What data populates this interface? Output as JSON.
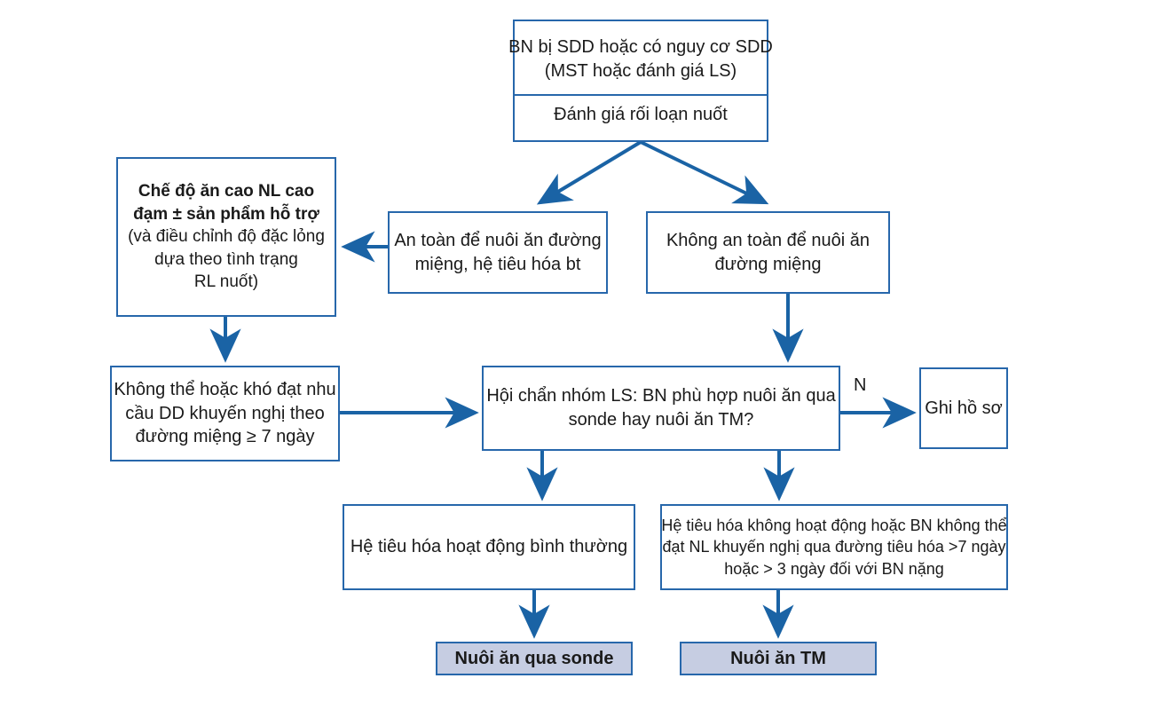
{
  "diagram": {
    "title": "Luu do dinh duong BN SDD",
    "colors": {
      "border": "#2767ab",
      "arrow": "#1a63a5",
      "terminal_fill": "#c6cde2",
      "background": "#ffffff",
      "text": "#1a1a1a"
    },
    "nodes": {
      "top": {
        "section1_line1": "BN bị SDD hoặc có nguy cơ SDD",
        "section1_line2": "(MST hoặc đánh giá LS)",
        "section2_line1": "Đánh giá rối loạn nuốt"
      },
      "diet": {
        "line1": "Chế độ ăn cao NL cao",
        "line2": "đạm ± sản phẩm hỗ trợ",
        "line3": "(và điều chỉnh độ đặc lỏng",
        "line4": "dựa theo tình trạng",
        "line5": "RL nuốt)"
      },
      "safe_oral": {
        "line1": "An toàn để nuôi ăn đường",
        "line2": "miệng, hệ tiêu hóa bt"
      },
      "unsafe_oral": {
        "line1": "Không an toàn để nuôi ăn",
        "line2": "đường miệng"
      },
      "cannot_meet": {
        "line1": "Không thể hoặc khó đạt nhu",
        "line2": "cầu DD khuyến nghị theo",
        "line3": "đường miệng ≥ 7 ngày"
      },
      "decision": {
        "line1": "Hội chẩn nhóm LS: BN phù hợp nuôi ăn qua",
        "line2": "sonde hay nuôi ăn TM?"
      },
      "record": {
        "line1": "Ghi hồ sơ"
      },
      "gi_normal": {
        "line1": "Hệ tiêu hóa hoạt động bình thường"
      },
      "gi_fail": {
        "line1": "Hệ tiêu hóa không hoạt động hoặc BN không thể",
        "line2": "đạt NL khuyến nghị qua đường tiêu hóa >7 ngày",
        "line3": "hoặc > 3 ngày đối với BN nặng"
      },
      "tube_feeding": {
        "line1": "Nuôi ăn qua sonde"
      },
      "parenteral": {
        "line1": "Nuôi ăn TM"
      }
    },
    "edge_labels": {
      "no_branch": "N"
    }
  }
}
